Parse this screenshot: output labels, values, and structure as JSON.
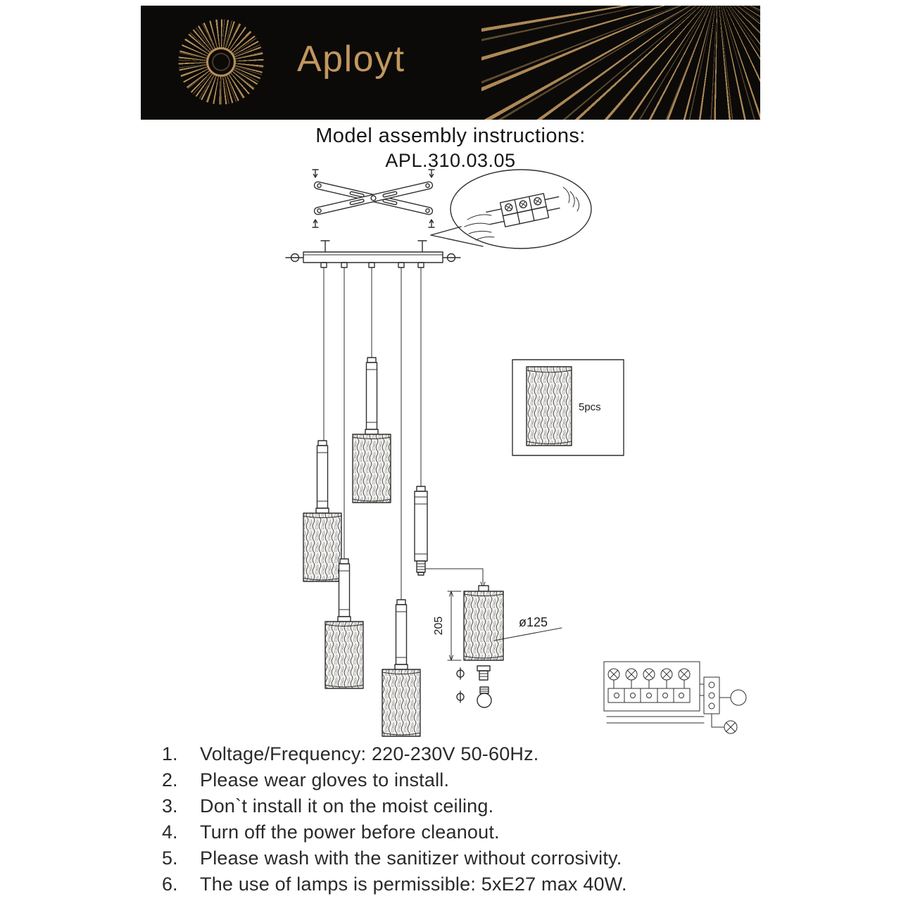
{
  "colors": {
    "page_background": "#ffffff",
    "header_background": "#0b0a08",
    "brand_gold": "#c2975f",
    "diagram_line": "#2f2f2f",
    "text_ink": "#2a2a2a"
  },
  "header": {
    "brand": "Aployt"
  },
  "title": {
    "heading": "Model assembly instructions:",
    "model": "APL.310.03.05"
  },
  "diagram": {
    "shade_pack_label": "5pcs",
    "height_dimension": "205",
    "diameter_dimension": "ø125"
  },
  "icons": {
    "logo": "sunburst-icon",
    "header_decoration": "corner-rays-icon",
    "mounting": "screw-icon",
    "lamp_symbol": "crossed-circle-lamp-icon",
    "socket": "socket-icon",
    "bulb": "bulb-icon"
  },
  "instructions": [
    {
      "num": "1.",
      "text": "Voltage/Frequency: 220-230V 50-60Hz."
    },
    {
      "num": "2.",
      "text": "Please wear gloves to install."
    },
    {
      "num": "3.",
      "text": "Don`t install it on the moist ceiling."
    },
    {
      "num": "4.",
      "text": "Turn off the power before cleanout."
    },
    {
      "num": "5.",
      "text": "Please wash with the sanitizer without corrosivity."
    },
    {
      "num": "6.",
      "text": "The use of lamps is permissible: 5xE27 max 40W."
    }
  ]
}
